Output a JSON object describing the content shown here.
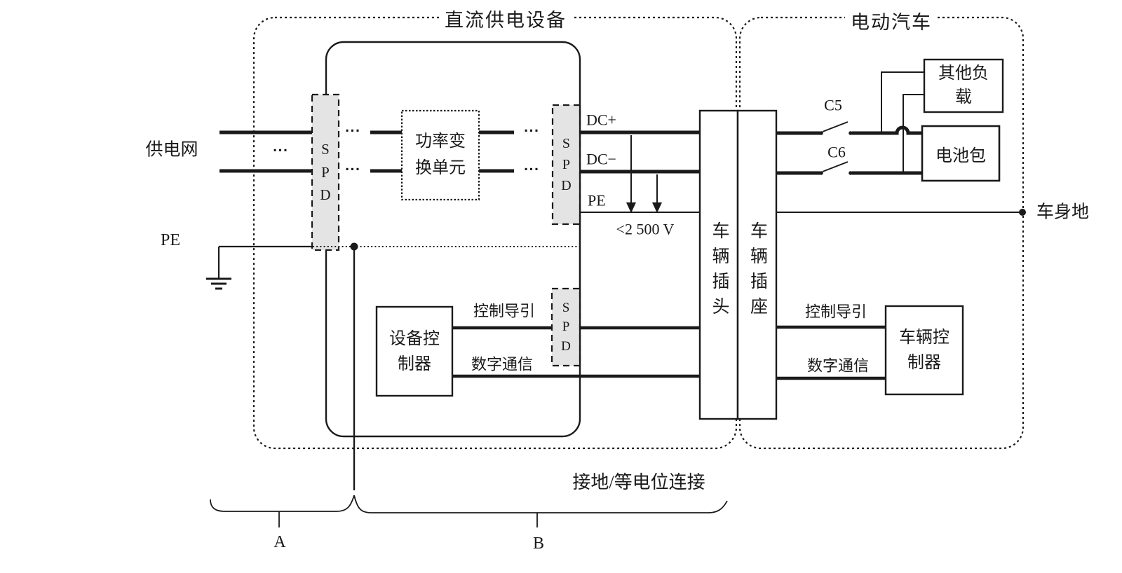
{
  "colors": {
    "ink": "#1a1a1a",
    "spd_fill": "#e4e4e4",
    "background": "#ffffff"
  },
  "regions": {
    "dc_supply": "直流供电设备",
    "ev": "电动汽车"
  },
  "left": {
    "supply_grid": "供电网",
    "pe": "PE",
    "ellipsis": "···"
  },
  "blocks": {
    "power_unit": "功率变\n换单元",
    "spd": "S\nP\nD",
    "device_controller": "设备控\n制器",
    "vehicle_controller": "车辆控\n制器",
    "plug": "车辆插头",
    "socket": "车辆插座",
    "other_loads": "其他负\n载",
    "battery": "电池包"
  },
  "lines": {
    "dc_plus": "DC+",
    "dc_minus": "DC−",
    "pe": "PE",
    "voltage_limit": "<2 500 V",
    "control_pilot": "控制导引",
    "digital_comm": "数字通信",
    "c5": "C5",
    "c6": "C6",
    "body_ground": "车身地"
  },
  "footer": {
    "grounding": "接地/等电位连接",
    "zone_a": "A",
    "zone_b": "B"
  }
}
